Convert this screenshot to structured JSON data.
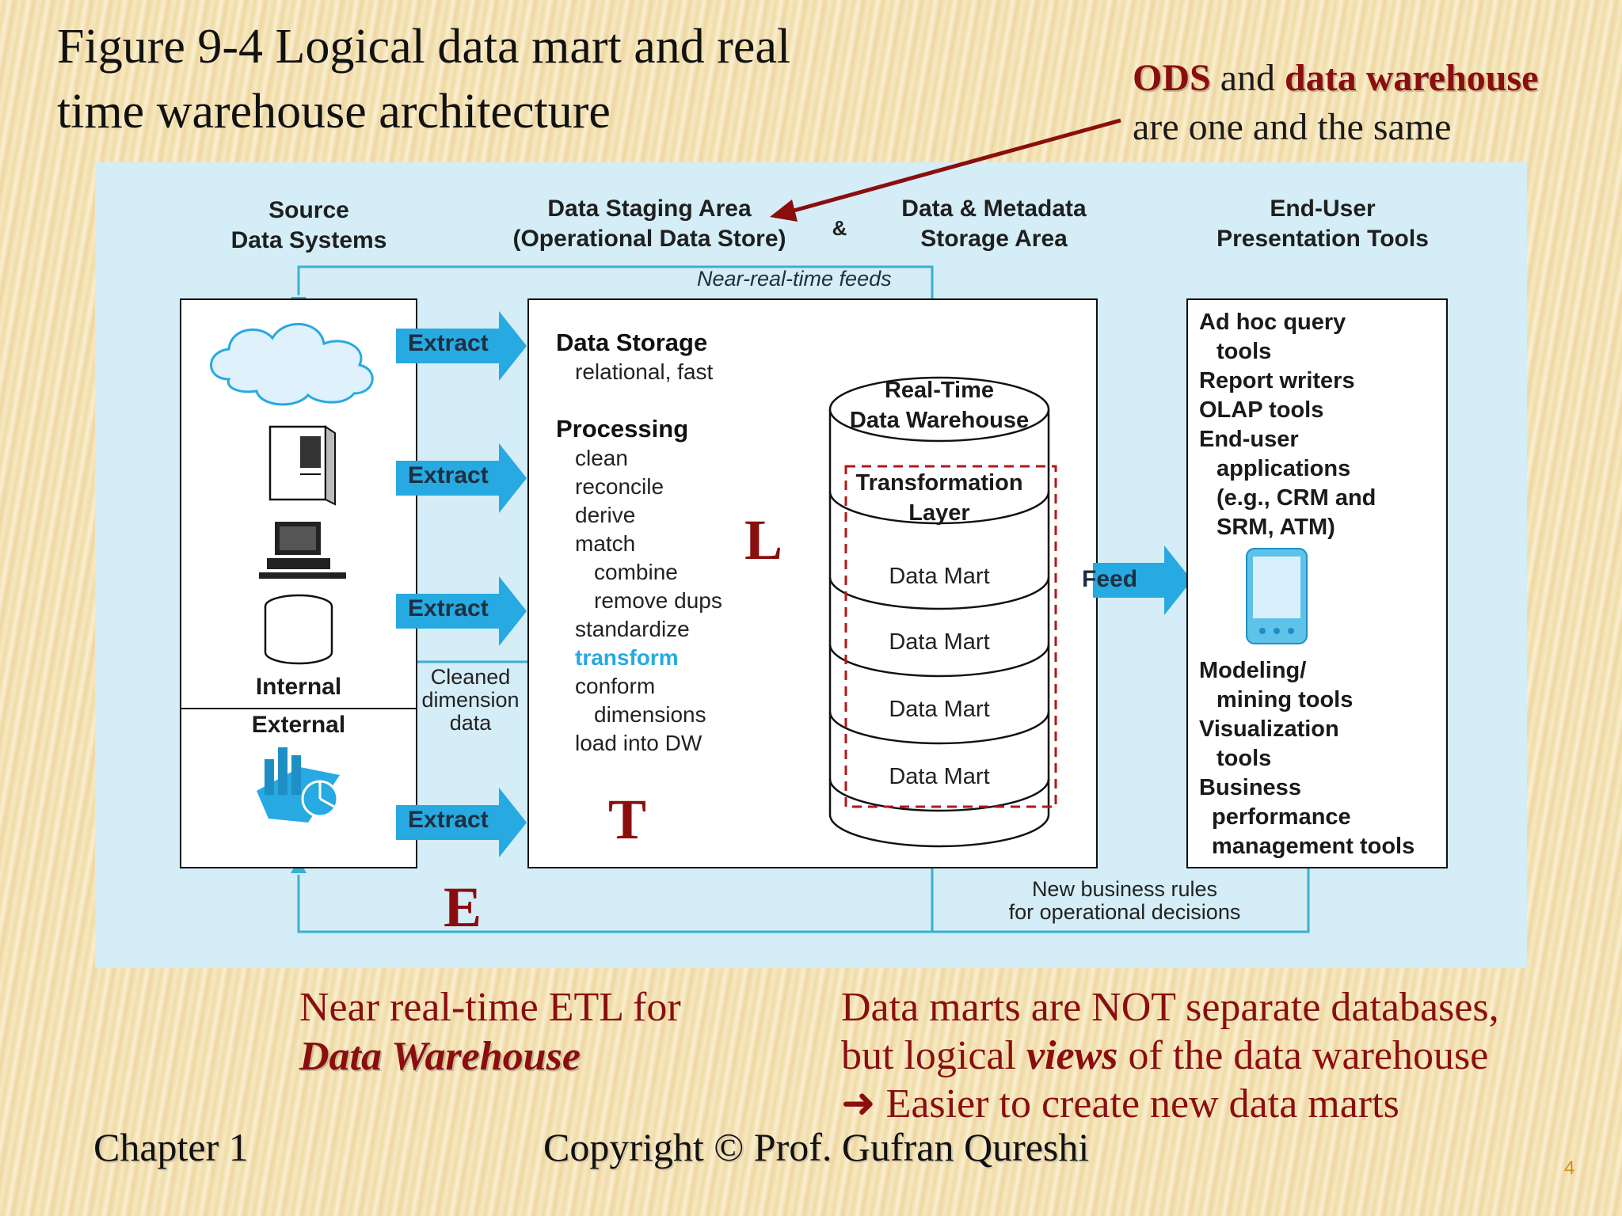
{
  "slide": {
    "title_line1": "Figure 9-4 Logical data mart and real",
    "title_line2": "time warehouse architecture",
    "ods_note": {
      "ods": "ODS",
      "and": " and ",
      "dw": "data warehouse",
      "line2": "are one and the same"
    },
    "page_number": "4"
  },
  "diagram": {
    "headers": {
      "source": [
        "Source",
        "Data Systems"
      ],
      "staging": [
        "Data Staging Area",
        "(Operational Data Store)"
      ],
      "amp": "&",
      "metadata": [
        "Data & Metadata",
        "Storage Area"
      ],
      "enduser": [
        "End-User",
        "Presentation Tools"
      ]
    },
    "feeds_label": "Near-real-time feeds",
    "extract_label": "Extract",
    "feed_label": "Feed",
    "internal_label": "Internal",
    "external_label": "External",
    "cleaned_label": [
      "Cleaned",
      "dimension",
      "data"
    ],
    "processing": {
      "storage_title": "Data Storage",
      "storage_sub": "relational, fast",
      "processing_title": "Processing",
      "steps": [
        "clean",
        "reconcile",
        "derive",
        "match",
        "combine",
        "remove dups",
        "standardize",
        "transform",
        "conform",
        "dimensions",
        "load into DW"
      ]
    },
    "letters": {
      "E": "E",
      "T": "T",
      "L": "L"
    },
    "warehouse": {
      "top": [
        "Real-Time",
        "Data Warehouse"
      ],
      "layer": [
        "Transformation",
        "Layer"
      ],
      "marts": [
        "Data Mart",
        "Data Mart",
        "Data Mart",
        "Data Mart"
      ]
    },
    "tools": [
      "Ad hoc query",
      "tools",
      "Report writers",
      "OLAP tools",
      "End-user",
      "applications",
      "(e.g., CRM and",
      "SRM, ATM)"
    ],
    "tools2": [
      "Modeling/",
      "mining tools",
      "Visualization",
      "tools",
      "Business",
      "performance",
      "management tools"
    ],
    "rules_label": [
      "New business rules",
      "for operational decisions"
    ],
    "colors": {
      "bg": "#d4edf6",
      "arrow": "#27a9e1",
      "line": "#3ab0d4",
      "red": "#8b0e0e"
    }
  },
  "notes": {
    "left": [
      "Near real-time ETL for",
      "Data Warehouse"
    ],
    "right": [
      "Data marts are NOT separate databases,",
      "but logical ",
      "views",
      " of the data warehouse",
      "Easier to create new data marts"
    ]
  },
  "footer": {
    "chapter": "Chapter 1",
    "copyright": "Copyright © Prof. Gufran Qureshi"
  }
}
